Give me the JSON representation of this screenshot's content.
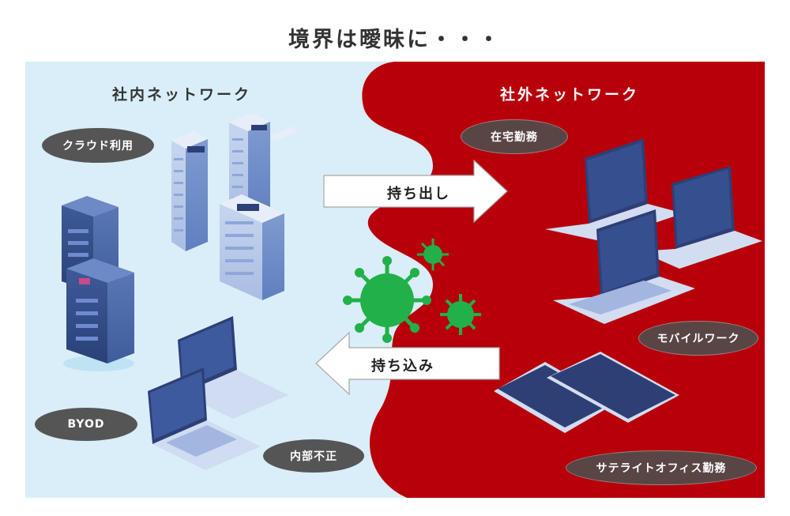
{
  "title": "境界は曖昧に・・・",
  "zones": {
    "internal": {
      "label": "社内ネットワーク"
    },
    "external": {
      "label": "社外ネットワーク"
    }
  },
  "arrows": {
    "out": {
      "label": "持ち出し"
    },
    "in": {
      "label": "持ち込み"
    }
  },
  "tags": {
    "cloud": "クラウド利用",
    "byod": "BYOD",
    "insider": "内部不正",
    "remote": "在宅勤務",
    "mobile": "モバイルワーク",
    "satellite": "サテライトオフィス勤務"
  },
  "colors": {
    "internal_bg": "#d9eef8",
    "external_bg": "#b8000b",
    "virus": "#22b04a",
    "pill": "#555555"
  }
}
